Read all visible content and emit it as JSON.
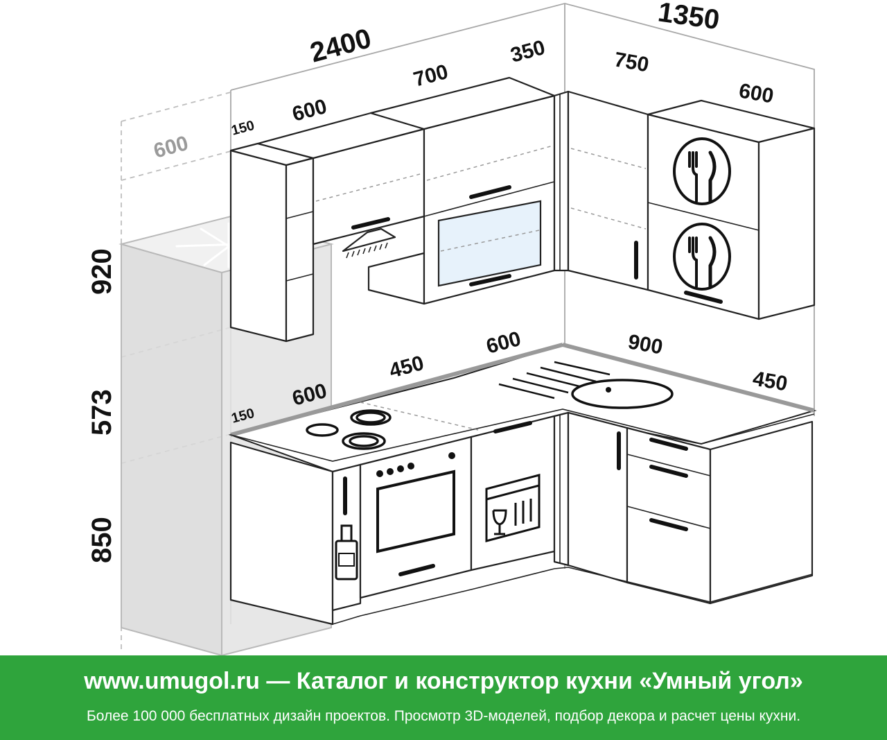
{
  "dimensions": {
    "total_left": "2400",
    "total_right": "1350",
    "upper_gap": "150",
    "upper_hood": "600",
    "upper_oven": "700",
    "upper_corner": "350",
    "upper_right_corner": "750",
    "upper_right_end": "600",
    "fridge_depth": "600",
    "height_upper": "920",
    "height_mid": "573",
    "height_base": "850",
    "base_gap": "150",
    "base_fridge_side": "600",
    "base_hob": "450",
    "base_dishwasher": "600",
    "base_corner": "900",
    "base_end": "450"
  },
  "footer": {
    "title": "www.umugol.ru — Каталог и конструктор кухни «Умный угол»",
    "subtitle": "Более 100 000 бесплатных дизайн проектов. Просмотр 3D-моделей, подбор декора и расчет цены кухни."
  },
  "colors": {
    "footer_bg": "#2fa43c",
    "fridge": "#d9d9d9",
    "oven_glass": "#e7f2fb"
  },
  "icons": [
    "snowflake-icon",
    "cutlery-icon",
    "cutlery-icon",
    "dish-icon",
    "bottle-icon",
    "hood-icon"
  ]
}
